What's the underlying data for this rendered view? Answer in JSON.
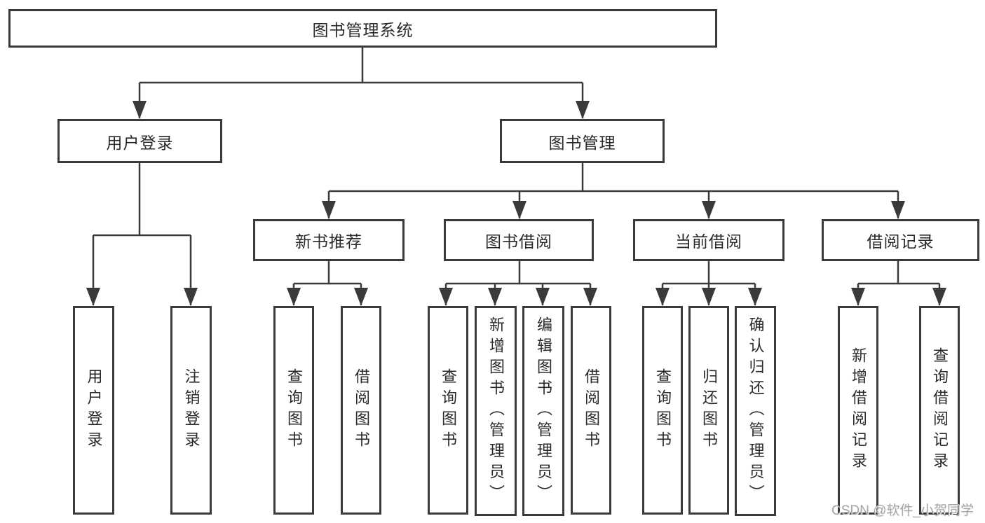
{
  "nodes": {
    "root": "图书管理系统",
    "user_login": "用户登录",
    "book_management": "图书管理",
    "new_book_recommend": "新书推荐",
    "book_borrowing": "图书借阅",
    "current_borrowing": "当前借阅",
    "borrowing_records": "借阅记录",
    "leaf_user_login": "用户登录",
    "leaf_logout": "注销登录",
    "leaf_newbooks_query": "查询图书",
    "leaf_newbooks_borrow": "借阅图书",
    "leaf_borrow_query": "查询图书",
    "leaf_borrow_add_admin": "新增图书（管理员）",
    "leaf_borrow_edit_admin": "编辑图书（管理员）",
    "leaf_borrow_borrow": "借阅图书",
    "leaf_current_query": "查询图书",
    "leaf_current_return": "归还图书",
    "leaf_current_confirm_admin": "确认归还（管理员）",
    "leaf_records_add": "新增借阅记录",
    "leaf_records_query": "查询借阅记录"
  },
  "watermark": "CSDN @软件_小贺同学",
  "colors": {
    "line": "#3a3a3a",
    "text": "#2a2a2a",
    "watermark": "#a6a6a6",
    "background": "#ffffff"
  }
}
